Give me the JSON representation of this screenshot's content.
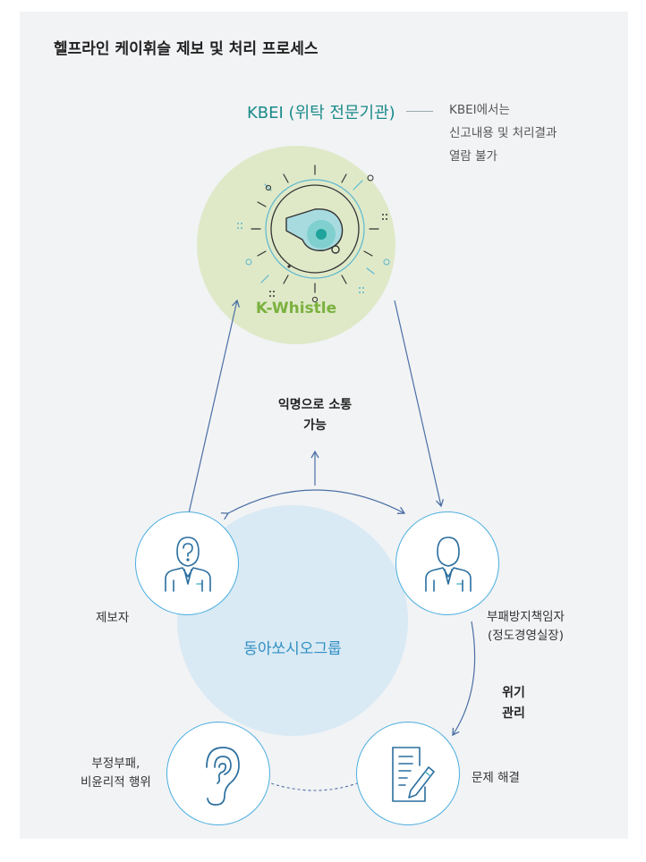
{
  "title": "헬프라인 케이휘슬 제보 및 처리 프로세스",
  "kbei": {
    "label": "KBEI (위탁 전문기관)",
    "note": [
      "KBEI에서는",
      "신고내용 및 처리결과",
      "열람 불가"
    ]
  },
  "center_top": {
    "label": "K-Whistle"
  },
  "center_bottom": {
    "label": "동아쏘시오그룹"
  },
  "anonymous_label": [
    "익명으로 소통",
    "가능"
  ],
  "crisis_label": [
    "위기",
    "관리"
  ],
  "nodes": {
    "reporter": {
      "label": "제보자",
      "icon": "question-person-icon"
    },
    "officer": {
      "label": [
        "부패방지책임자",
        "(정도경영실장)"
      ],
      "icon": "person-icon"
    },
    "wrongdoing": {
      "label": [
        "부정부패,",
        "비윤리적 행위"
      ],
      "icon": "ear-icon"
    },
    "resolution": {
      "label": "문제 해결",
      "icon": "document-pen-icon"
    }
  },
  "colors": {
    "teal": "#1a8a8a",
    "green": "#7bb13f",
    "blue": "#2f8fc4",
    "arrow": "#4a6fa5",
    "node_border": "#4aaee0"
  }
}
